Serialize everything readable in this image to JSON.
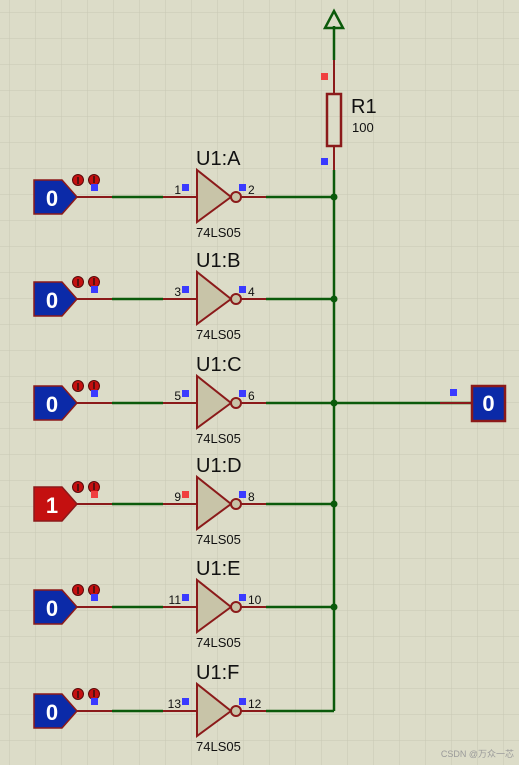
{
  "resistor": {
    "ref": "R1",
    "value": "100"
  },
  "gates": [
    {
      "ref": "U1:A",
      "part": "74LS05",
      "in_pin": "1",
      "out_pin": "2",
      "input_state": "0"
    },
    {
      "ref": "U1:B",
      "part": "74LS05",
      "in_pin": "3",
      "out_pin": "4",
      "input_state": "0"
    },
    {
      "ref": "U1:C",
      "part": "74LS05",
      "in_pin": "5",
      "out_pin": "6",
      "input_state": "0"
    },
    {
      "ref": "U1:D",
      "part": "74LS05",
      "in_pin": "9",
      "out_pin": "8",
      "input_state": "1"
    },
    {
      "ref": "U1:E",
      "part": "74LS05",
      "in_pin": "11",
      "out_pin": "10",
      "input_state": "0"
    },
    {
      "ref": "U1:F",
      "part": "74LS05",
      "in_pin": "13",
      "out_pin": "12",
      "input_state": "0"
    }
  ],
  "output_probe": {
    "state": "0"
  },
  "watermark": "CSDN @万众一芯",
  "colors": {
    "background": "#dcdcc8",
    "grid": "#c8c8b4",
    "wire": "#0b5a0b",
    "pin_wire": "#8b1a1a",
    "gate_fill": "#c8c4a8",
    "gate_stroke": "#8b1a1a",
    "logic_low": "#0b2aa8",
    "logic_high": "#c41010",
    "pin_low_marker": "#3a3aff",
    "pin_high_marker": "#f04040"
  }
}
